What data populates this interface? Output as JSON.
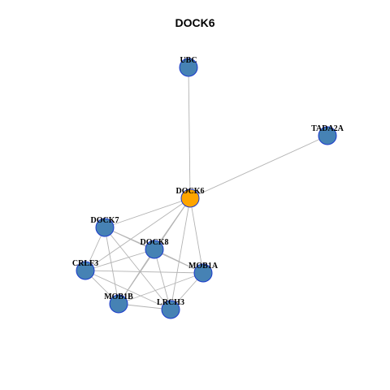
{
  "title": "DOCK6",
  "colors": {
    "node_default": "#4682b4",
    "node_focus": "#ffa500",
    "node_border": "#1a3acc",
    "edge": "#b3b3b3"
  },
  "network": {
    "focus": "DOCK6",
    "nodes": [
      {
        "id": "UBC",
        "label": "UBC"
      },
      {
        "id": "TADA2A",
        "label": "TADA2A"
      },
      {
        "id": "DOCK6",
        "label": "DOCK6"
      },
      {
        "id": "DOCK7",
        "label": "DOCK7"
      },
      {
        "id": "DOCK8",
        "label": "DOCK8"
      },
      {
        "id": "CRLF3",
        "label": "CRLF3"
      },
      {
        "id": "MOB1A",
        "label": "MOB1A"
      },
      {
        "id": "MOB1B",
        "label": "MOB1B"
      },
      {
        "id": "LRCH3",
        "label": "LRCH3"
      }
    ],
    "edges": [
      [
        "UBC",
        "DOCK6"
      ],
      [
        "TADA2A",
        "DOCK6"
      ],
      [
        "DOCK6",
        "DOCK7"
      ],
      [
        "DOCK6",
        "DOCK8"
      ],
      [
        "DOCK6",
        "CRLF3"
      ],
      [
        "DOCK6",
        "MOB1A"
      ],
      [
        "DOCK6",
        "MOB1B"
      ],
      [
        "DOCK6",
        "LRCH3"
      ],
      [
        "DOCK7",
        "DOCK8"
      ],
      [
        "DOCK7",
        "CRLF3"
      ],
      [
        "DOCK7",
        "MOB1A"
      ],
      [
        "DOCK7",
        "MOB1B"
      ],
      [
        "DOCK7",
        "LRCH3"
      ],
      [
        "DOCK8",
        "CRLF3"
      ],
      [
        "DOCK8",
        "MOB1A"
      ],
      [
        "DOCK8",
        "MOB1B"
      ],
      [
        "DOCK8",
        "LRCH3"
      ],
      [
        "CRLF3",
        "MOB1A"
      ],
      [
        "CRLF3",
        "MOB1B"
      ],
      [
        "CRLF3",
        "LRCH3"
      ],
      [
        "MOB1A",
        "MOB1B"
      ],
      [
        "MOB1A",
        "LRCH3"
      ],
      [
        "MOB1B",
        "LRCH3"
      ]
    ]
  }
}
